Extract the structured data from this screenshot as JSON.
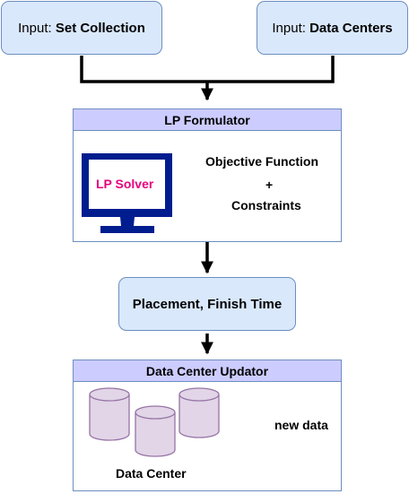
{
  "inputs": {
    "set_collection": {
      "prefix": "Input: ",
      "value": "Set Collection"
    },
    "data_centers": {
      "prefix": "Input: ",
      "value": "Data Centers"
    }
  },
  "lp_formulator": {
    "title": "LP Formulator",
    "solver_label": "LP Solver",
    "objective": "Objective Function",
    "plus": "+",
    "constraints": "Constraints"
  },
  "output_box": {
    "label": "Placement, Finish Time"
  },
  "updator": {
    "title": "Data Center Updator",
    "db_label": "Data Center",
    "new_data": "new data"
  },
  "colors": {
    "input_fill": "#dae8fc",
    "input_stroke": "#6c8ebf",
    "header_fill": "#ccccff",
    "monitor": "#001d8f",
    "solver_text": "#e6007e",
    "cylinder_fill": "#e1d5e7",
    "cylinder_stroke": "#9673a6"
  }
}
